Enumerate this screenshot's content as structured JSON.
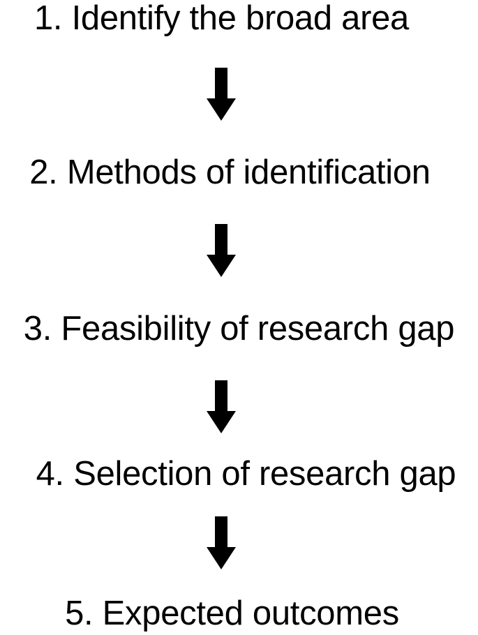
{
  "steps": [
    {
      "label": "1. Identify the broad area"
    },
    {
      "label": "2. Methods of identification"
    },
    {
      "label": "3. Feasibility of research gap"
    },
    {
      "label": "4. Selection of research gap"
    },
    {
      "label": "5. Expected outcomes"
    }
  ],
  "colors": {
    "text": "#000000",
    "arrow": "#000000",
    "background": "#ffffff"
  },
  "icons": {
    "connector": "arrow-down-icon"
  }
}
